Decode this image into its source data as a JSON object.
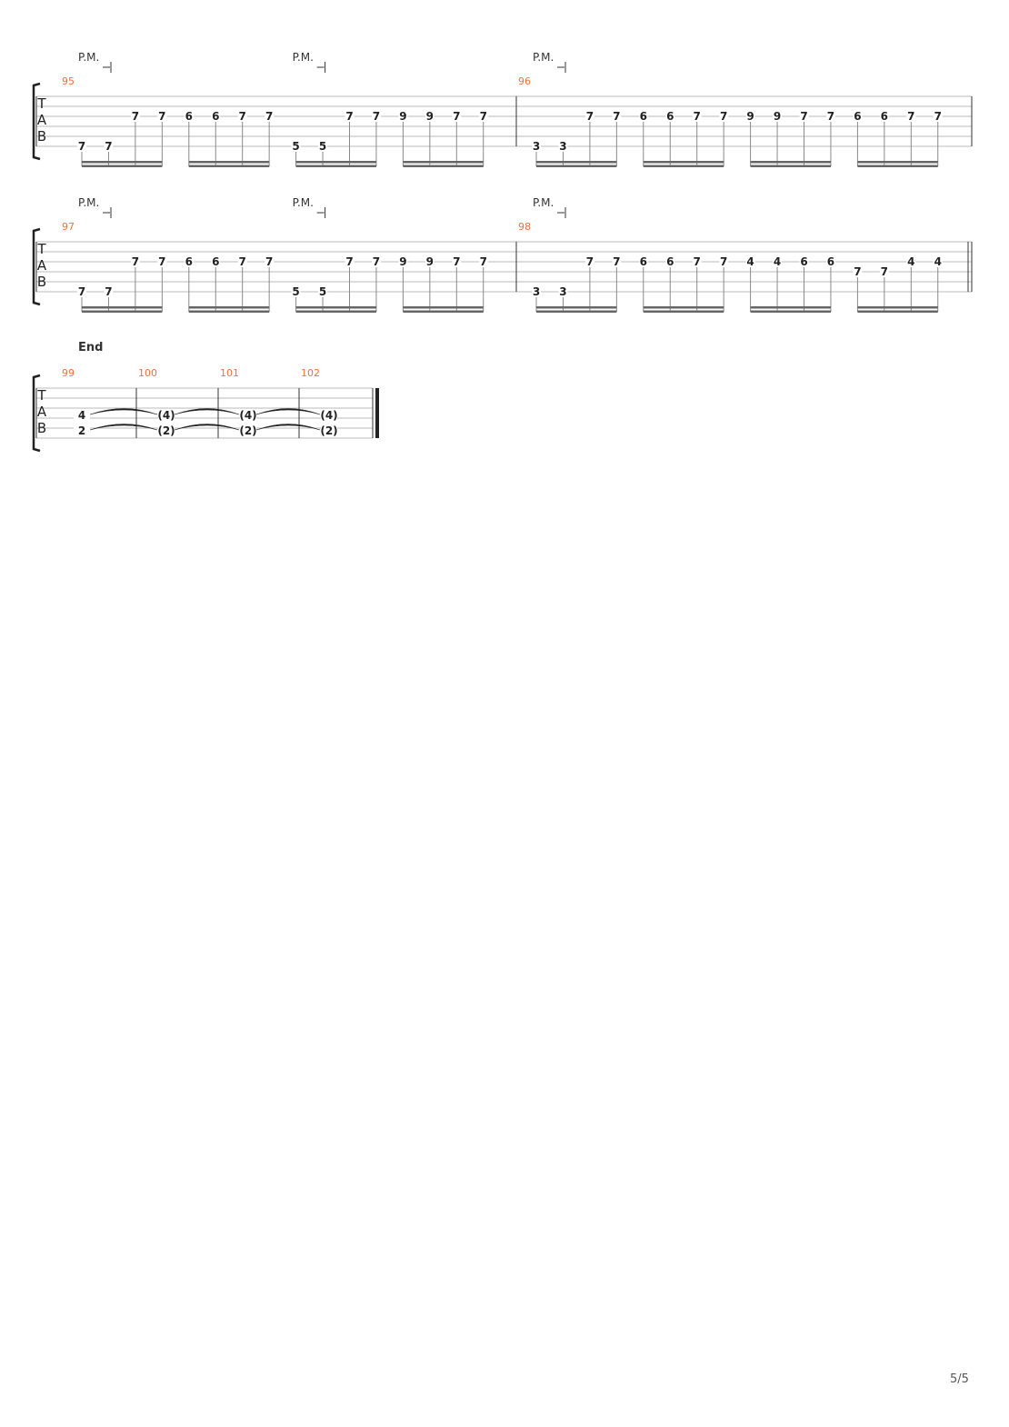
{
  "page_number": "5/5",
  "clef": [
    "T",
    "A",
    "B"
  ],
  "palm_mute_label": "P.M.",
  "section_label": "End",
  "colors": {
    "measure_number": "#f0703c",
    "staff": "#bbbbbb",
    "beam": "#666666"
  },
  "systems": [
    {
      "measures": [
        {
          "number": "95",
          "palm_mute_groups": [
            0,
            2
          ],
          "notes": [
            [
              6,
              "7"
            ],
            [
              6,
              "7"
            ],
            [
              3,
              "7"
            ],
            [
              3,
              "7"
            ],
            [
              3,
              "6"
            ],
            [
              3,
              "6"
            ],
            [
              3,
              "7"
            ],
            [
              3,
              "7"
            ],
            [
              6,
              "5"
            ],
            [
              6,
              "5"
            ],
            [
              3,
              "7"
            ],
            [
              3,
              "7"
            ],
            [
              3,
              "9"
            ],
            [
              3,
              "9"
            ],
            [
              3,
              "7"
            ],
            [
              3,
              "7"
            ]
          ]
        },
        {
          "number": "96",
          "palm_mute_groups": [
            0
          ],
          "notes": [
            [
              6,
              "3"
            ],
            [
              6,
              "3"
            ],
            [
              3,
              "7"
            ],
            [
              3,
              "7"
            ],
            [
              3,
              "6"
            ],
            [
              3,
              "6"
            ],
            [
              3,
              "7"
            ],
            [
              3,
              "7"
            ],
            [
              3,
              "9"
            ],
            [
              3,
              "9"
            ],
            [
              3,
              "7"
            ],
            [
              3,
              "7"
            ],
            [
              3,
              "6"
            ],
            [
              3,
              "6"
            ],
            [
              3,
              "7"
            ],
            [
              3,
              "7"
            ]
          ]
        }
      ]
    },
    {
      "measures": [
        {
          "number": "97",
          "palm_mute_groups": [
            0,
            2
          ],
          "notes": [
            [
              6,
              "7"
            ],
            [
              6,
              "7"
            ],
            [
              3,
              "7"
            ],
            [
              3,
              "7"
            ],
            [
              3,
              "6"
            ],
            [
              3,
              "6"
            ],
            [
              3,
              "7"
            ],
            [
              3,
              "7"
            ],
            [
              6,
              "5"
            ],
            [
              6,
              "5"
            ],
            [
              3,
              "7"
            ],
            [
              3,
              "7"
            ],
            [
              3,
              "9"
            ],
            [
              3,
              "9"
            ],
            [
              3,
              "7"
            ],
            [
              3,
              "7"
            ]
          ]
        },
        {
          "number": "98",
          "palm_mute_groups": [
            0
          ],
          "notes": [
            [
              6,
              "3"
            ],
            [
              6,
              "3"
            ],
            [
              3,
              "7"
            ],
            [
              3,
              "7"
            ],
            [
              3,
              "6"
            ],
            [
              3,
              "6"
            ],
            [
              3,
              "7"
            ],
            [
              3,
              "7"
            ],
            [
              3,
              "4"
            ],
            [
              3,
              "4"
            ],
            [
              3,
              "6"
            ],
            [
              3,
              "6"
            ],
            [
              4,
              "7"
            ],
            [
              4,
              "7"
            ],
            [
              3,
              "4"
            ],
            [
              3,
              "4"
            ]
          ]
        }
      ]
    },
    {
      "measures": [
        {
          "number": "99",
          "chord": [
            [
              4,
              "4"
            ],
            [
              5,
              "2"
            ]
          ]
        },
        {
          "number": "100",
          "chord": [
            [
              4,
              "(4)"
            ],
            [
              5,
              "(2)"
            ]
          ]
        },
        {
          "number": "101",
          "chord": [
            [
              4,
              "(4)"
            ],
            [
              5,
              "(2)"
            ]
          ]
        },
        {
          "number": "102",
          "chord": [
            [
              4,
              "(4)"
            ],
            [
              5,
              "(2)"
            ]
          ]
        }
      ]
    }
  ]
}
